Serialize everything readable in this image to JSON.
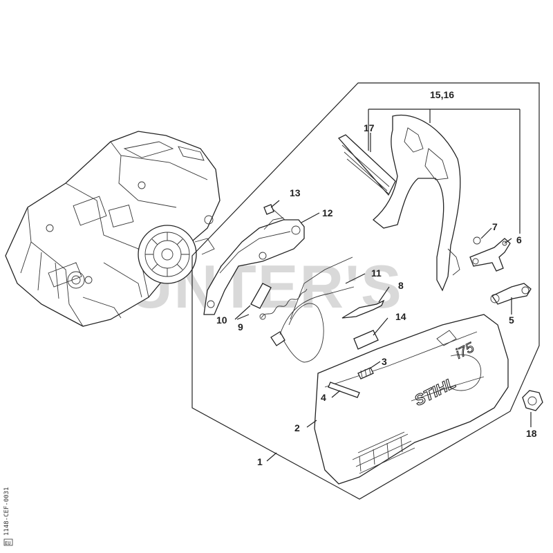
{
  "watermark": "JUNTER'S",
  "brand_text": "STIHL",
  "model_text": "i75",
  "doc_id": "1148-CEF-0031",
  "doc_badge": "EU",
  "callouts": {
    "c1": "1",
    "c2": "2",
    "c3": "3",
    "c4": "4",
    "c5": "5",
    "c6": "6",
    "c7": "7",
    "c8": "8",
    "c9": "9",
    "c10": "10",
    "c11": "11",
    "c12": "12",
    "c13": "13",
    "c14": "14",
    "c15_16": "15,16",
    "c17": "17",
    "c18": "18"
  }
}
